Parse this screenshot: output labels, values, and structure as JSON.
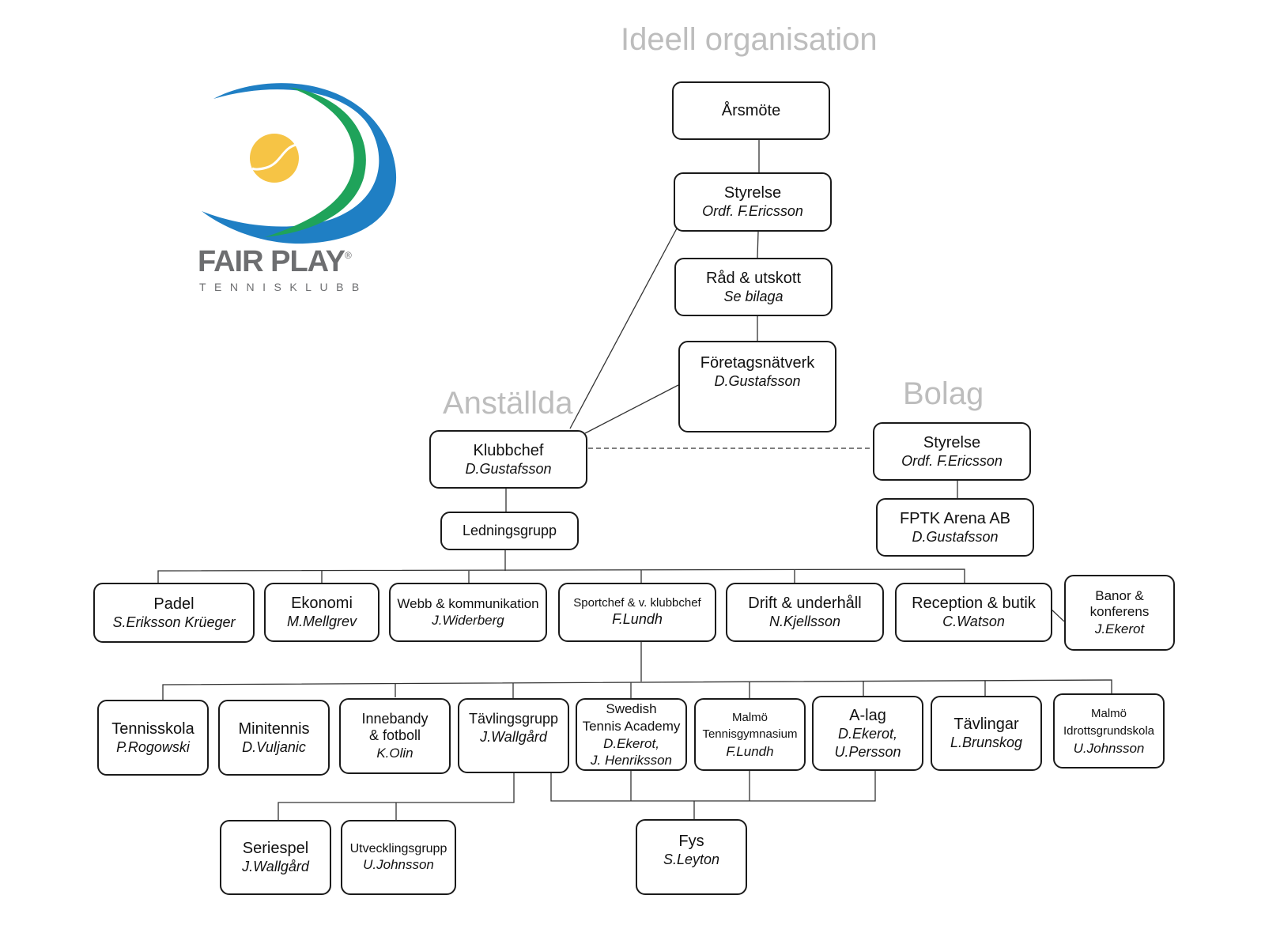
{
  "logo": {
    "name": "FAIR PLAY",
    "registered_mark": "®",
    "subtitle": "TENNISKLUBB",
    "colors": {
      "blue": "#1f7fc4",
      "green": "#1fa35a",
      "ball": "#f6c445",
      "text": "#6d6e70"
    }
  },
  "sections": {
    "ideell": "Ideell organisation",
    "anstallda": "Anställda",
    "bolag": "Bolag"
  },
  "nodes": {
    "arsmote": {
      "title": "Årsmöte"
    },
    "styrelse": {
      "title": "Styrelse",
      "person": "Ordf. F.Ericsson"
    },
    "rad": {
      "title": "Råd & utskott",
      "person": "Se bilaga"
    },
    "foretagsnatverk": {
      "title": "Företagsnätverk",
      "person": "D.Gustafsson"
    },
    "klubbchef": {
      "title": "Klubbchef",
      "person": "D.Gustafsson"
    },
    "ledningsgrupp": {
      "title": "Ledningsgrupp"
    },
    "bolag_styrelse": {
      "title": "Styrelse",
      "person": "Ordf. F.Ericsson"
    },
    "fptk": {
      "title": "FPTK Arena AB",
      "person": "D.Gustafsson"
    },
    "padel": {
      "title": "Padel",
      "person": "S.Eriksson Krüeger"
    },
    "ekonomi": {
      "title": "Ekonomi",
      "person": "M.Mellgrev"
    },
    "webb": {
      "title": "Webb & kommunikation",
      "person": "J.Widerberg"
    },
    "sportchef": {
      "title": "Sportchef & v. klubbchef",
      "person": "F.Lundh"
    },
    "drift": {
      "title": "Drift & underhåll",
      "person": "N.Kjellsson"
    },
    "reception": {
      "title": "Reception & butik",
      "person": "C.Watson"
    },
    "banor": {
      "title": "Banor &\nkonferens",
      "person": "J.Ekerot"
    },
    "tennisskola": {
      "title": "Tennisskola",
      "person": "P.Rogowski"
    },
    "minitennis": {
      "title": "Minitennis",
      "person": "D.Vuljanic"
    },
    "innebandy": {
      "title": "Innebandy\n& fotboll",
      "person": "K.Olin"
    },
    "tavlingsgrupp": {
      "title": "Tävlingsgrupp",
      "person": "J.Wallgård"
    },
    "sta": {
      "title": "Swedish\nTennis Academy",
      "person": "D.Ekerot,\nJ. Henriksson"
    },
    "mtg": {
      "title": "Malmö\nTennisgymnasium",
      "person": "F.Lundh"
    },
    "alag": {
      "title": "A-lag",
      "person": "D.Ekerot,\nU.Persson"
    },
    "tavlingar": {
      "title": "Tävlingar",
      "person": "L.Brunskog"
    },
    "mig": {
      "title": "Malmö\nIdrottsgrundskola",
      "person": "U.Johnsson"
    },
    "seriespel": {
      "title": "Seriespel",
      "person": "J.Wallgård"
    },
    "utveckling": {
      "title": "Utvecklingsgrupp",
      "person": "U.Johnsson"
    },
    "fys": {
      "title": "Fys",
      "person": "S.Leyton"
    }
  }
}
